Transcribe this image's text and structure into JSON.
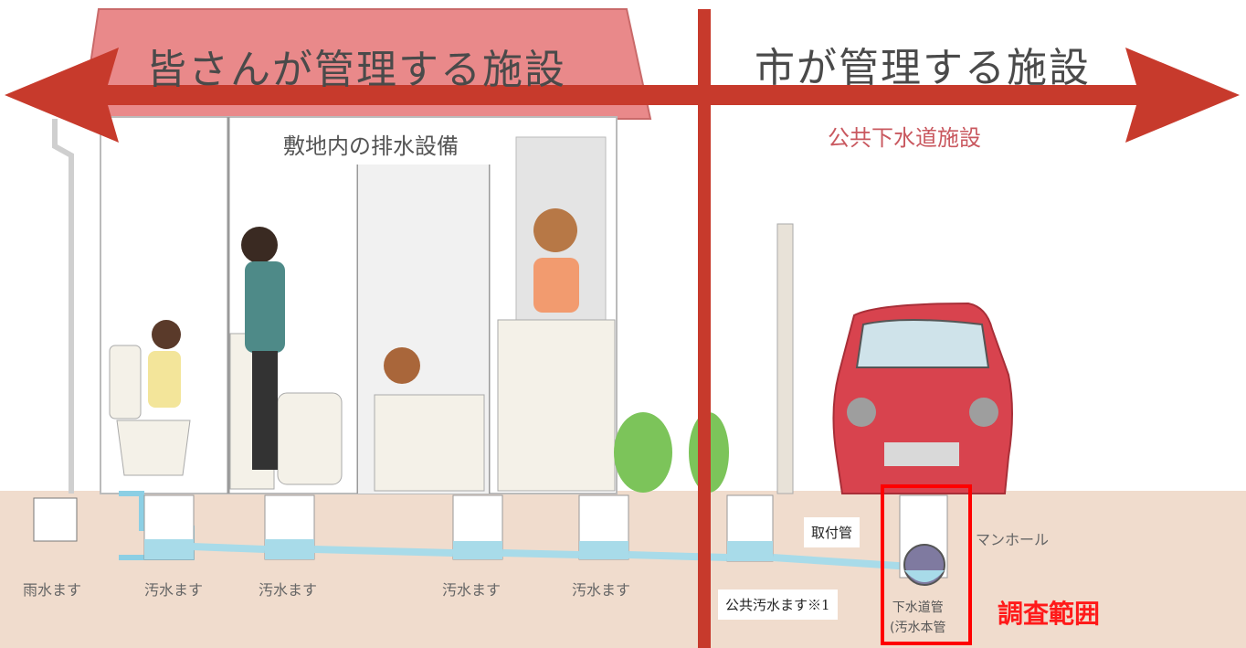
{
  "headers": {
    "left": "皆さんが管理する施設",
    "right": "市が管理する施設"
  },
  "subheaders": {
    "left": "敷地内の排水設備",
    "right": "公共下水道施設"
  },
  "labels": {
    "rain_basin": "雨水ます",
    "sewage_basins": [
      "汚水ます",
      "汚水ます",
      "汚水ます",
      "汚水ます"
    ],
    "attachment_pipe": "取付管",
    "public_basin": "公共汚水ます※1",
    "manhole": "マンホール",
    "sewer_line1": "下水道管",
    "sewer_line2": "(汚水本管",
    "survey_area": "調査範囲"
  },
  "colors": {
    "arrow": "#c73a2c",
    "roof": "#e9898a",
    "ground": "#f0dccd",
    "water": "#a8dbe9",
    "car": "#d8434e",
    "survey_box": "#ff0000"
  }
}
